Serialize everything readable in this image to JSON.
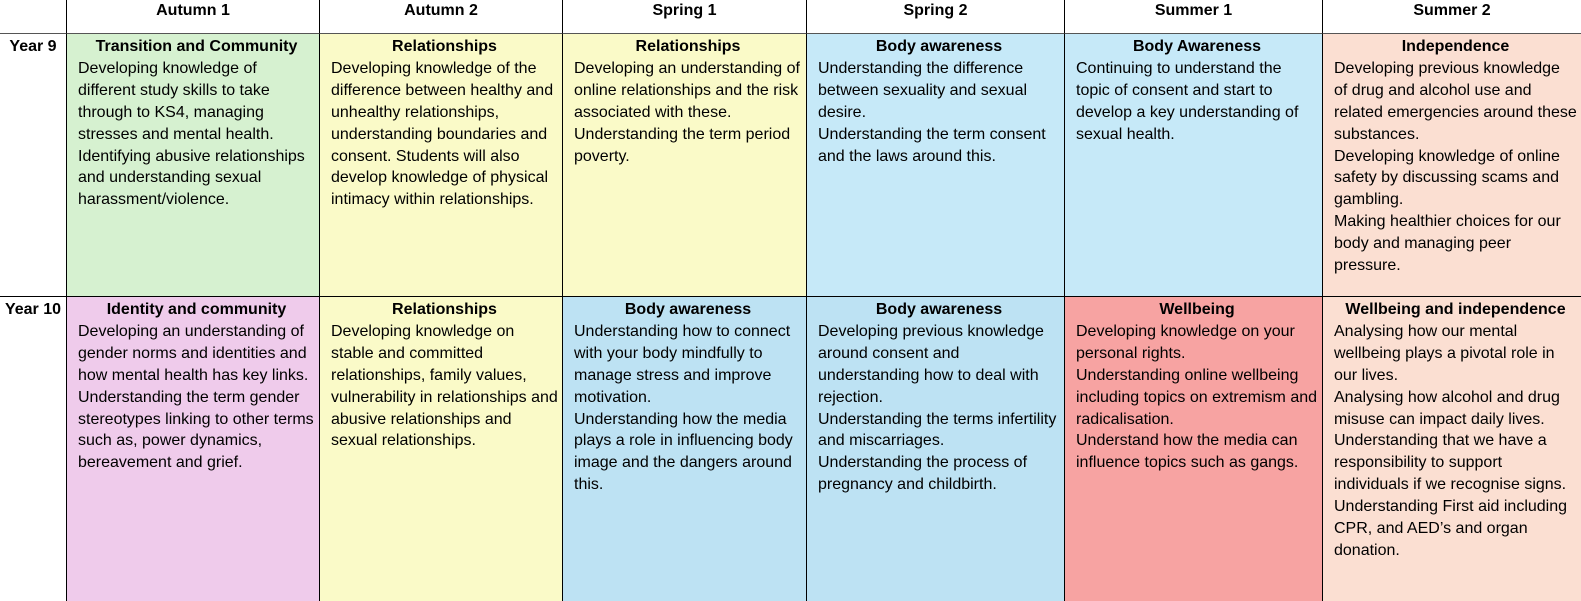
{
  "columns": [
    "",
    "Autumn 1",
    "Autumn 2",
    "Spring 1",
    "Spring 2",
    "Summer 1",
    "Summer 2"
  ],
  "colors": {
    "green": "#d6f1d0",
    "yellow": "#fafac8",
    "blue": "#c6e9f8",
    "blue_alt": "#bde2f3",
    "peach": "#fbdfd2",
    "pink": "#efcbeb",
    "red": "#f7a3a2"
  },
  "rows": [
    {
      "label": "Year 9",
      "cells": [
        {
          "title": "Transition and Community",
          "paragraphs": [
            "Developing knowledge of different study skills to take through to KS4, managing stresses and mental health.",
            "Identifying abusive relationships and understanding sexual harassment/violence."
          ]
        },
        {
          "title": "Relationships",
          "paragraphs": [
            "Developing knowledge of the difference between healthy and unhealthy relationships, understanding boundaries and consent. Students will also develop knowledge of physical intimacy within relationships."
          ]
        },
        {
          "title": "Relationships",
          "paragraphs": [
            "Developing an understanding of online relationships and the risk associated with these.",
            "Understanding the term period poverty."
          ]
        },
        {
          "title": "Body awareness",
          "paragraphs": [
            "Understanding the difference between sexuality and sexual desire.",
            "Understanding the term consent and the laws around this."
          ]
        },
        {
          "title": "Body Awareness",
          "paragraphs": [
            "Continuing to understand the topic of consent and start to develop a key understanding of sexual health."
          ]
        },
        {
          "title": "Independence",
          "paragraphs": [
            "Developing previous knowledge of drug and alcohol use and related emergencies around these substances.",
            "Developing knowledge of online safety by discussing scams and gambling.",
            "Making healthier choices for our body and managing peer pressure."
          ]
        }
      ]
    },
    {
      "label": "Year 10",
      "cells": [
        {
          "title": "Identity and community",
          "paragraphs": [
            "Developing an understanding of gender norms and identities and how mental health has key links.",
            "Understanding the term gender stereotypes linking to other terms such as, power dynamics, bereavement and grief."
          ]
        },
        {
          "title": "Relationships",
          "paragraphs": [
            "Developing knowledge on stable and committed relationships, family values, vulnerability in relationships and abusive relationships and sexual relationships."
          ]
        },
        {
          "title": "Body awareness",
          "paragraphs": [
            "Understanding how to connect with your body mindfully to manage stress and improve motivation.",
            "Understanding how the media plays a role in influencing body image and the dangers around this."
          ]
        },
        {
          "title": "Body awareness",
          "paragraphs": [
            "Developing previous knowledge around consent and understanding how to deal with rejection.",
            "Understanding the terms infertility and miscarriages.",
            "Understanding the process of pregnancy and childbirth."
          ]
        },
        {
          "title": "Wellbeing",
          "paragraphs": [
            "Developing knowledge on your personal rights.",
            "Understanding online wellbeing including topics on extremism and radicalisation.",
            "Understand how the media can influence topics such as gangs."
          ]
        },
        {
          "title": "Wellbeing and independence",
          "paragraphs": [
            "Analysing how our mental wellbeing plays a pivotal role in our lives.",
            "Analysing how alcohol and drug misuse can impact daily lives. Understanding that we have a responsibility to support individuals if we recognise signs.",
            "Understanding First aid including CPR, and AED’s and organ donation."
          ]
        }
      ]
    }
  ]
}
